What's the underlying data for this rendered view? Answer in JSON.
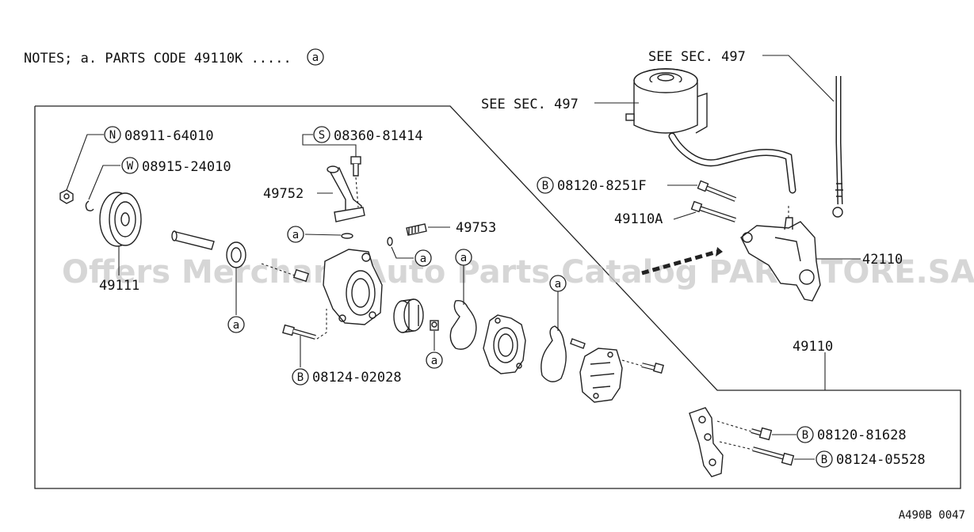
{
  "notes": {
    "text": "NOTES; a. PARTS CODE  49110K .....",
    "code_symbol": "a"
  },
  "references": {
    "see_sec_top": "SEE SEC. 497",
    "see_sec_left": "SEE SEC. 497"
  },
  "callouts": [
    {
      "id": "N",
      "symbol": "N",
      "part": "08911-64010"
    },
    {
      "id": "W",
      "symbol": "W",
      "part": "08915-24010"
    },
    {
      "id": "S",
      "symbol": "S",
      "part": "08360-81414"
    },
    {
      "id": "B1",
      "symbol": "B",
      "part": "08120-8251F"
    },
    {
      "id": "B2",
      "symbol": "B",
      "part": "08124-02028"
    },
    {
      "id": "B3",
      "symbol": "B",
      "part": "08120-81628"
    },
    {
      "id": "B4",
      "symbol": "B",
      "part": "08124-05528"
    }
  ],
  "part_numbers": {
    "p49752": "49752",
    "p49753": "49753",
    "p49111": "49111",
    "p49110A": "49110A",
    "p49110": "49110",
    "p42110": "42110"
  },
  "markers": {
    "a": "a"
  },
  "watermark": "Offers Merchant Auto Parts Catalog PARTSTORE.SA",
  "figure_code": "A490B 0047"
}
